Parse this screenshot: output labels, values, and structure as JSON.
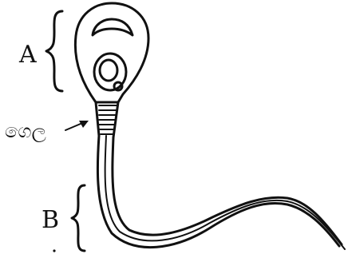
{
  "diagram": {
    "labels": {
      "a": "A",
      "b": "B",
      "pointer": "ගෙල"
    }
  }
}
